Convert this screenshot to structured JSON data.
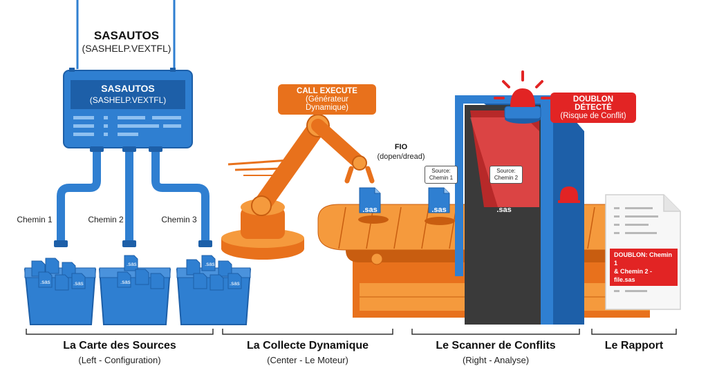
{
  "top": {
    "title": "SASAUTOS",
    "subtitle": "(SASHELP.VEXTFL)"
  },
  "hub": {
    "title": "SASAUTOS",
    "subtitle": "(SASHELP.VEXTFL)"
  },
  "paths": [
    "Chemin 1",
    "Chemin 2",
    "Chemin 3"
  ],
  "file_label": ".sas",
  "call_execute": {
    "title": "CALL EXECUTE",
    "subtitle": "(Générateur Dynamique)"
  },
  "fio": {
    "title": "FIO",
    "subtitle": "(dopen/dread)"
  },
  "sources": [
    "Source:\nChemin 1",
    "Source:\nChemin 2"
  ],
  "doublon_detecte": {
    "title": "DOUBLON DÉTECTÉ",
    "subtitle": "(Risque de Conflit)"
  },
  "report_alert": "DOUBLON: Chemin 1\n& Chemin 2 - file.sas",
  "sections": [
    {
      "title": "La Carte des Sources",
      "subtitle": "(Left - Configuration)"
    },
    {
      "title": "La Collecte Dynamique",
      "subtitle": "(Center - Le Moteur)"
    },
    {
      "title": "Le Scanner de Conflits",
      "subtitle": "(Right - Analyse)"
    },
    {
      "title": "Le Rapport",
      "subtitle": ""
    }
  ],
  "colors": {
    "blue": "#2f7fd1",
    "blue_dark": "#1d5fa8",
    "orange": "#e8711c",
    "orange_light": "#f59a3d",
    "red": "#e22424"
  }
}
